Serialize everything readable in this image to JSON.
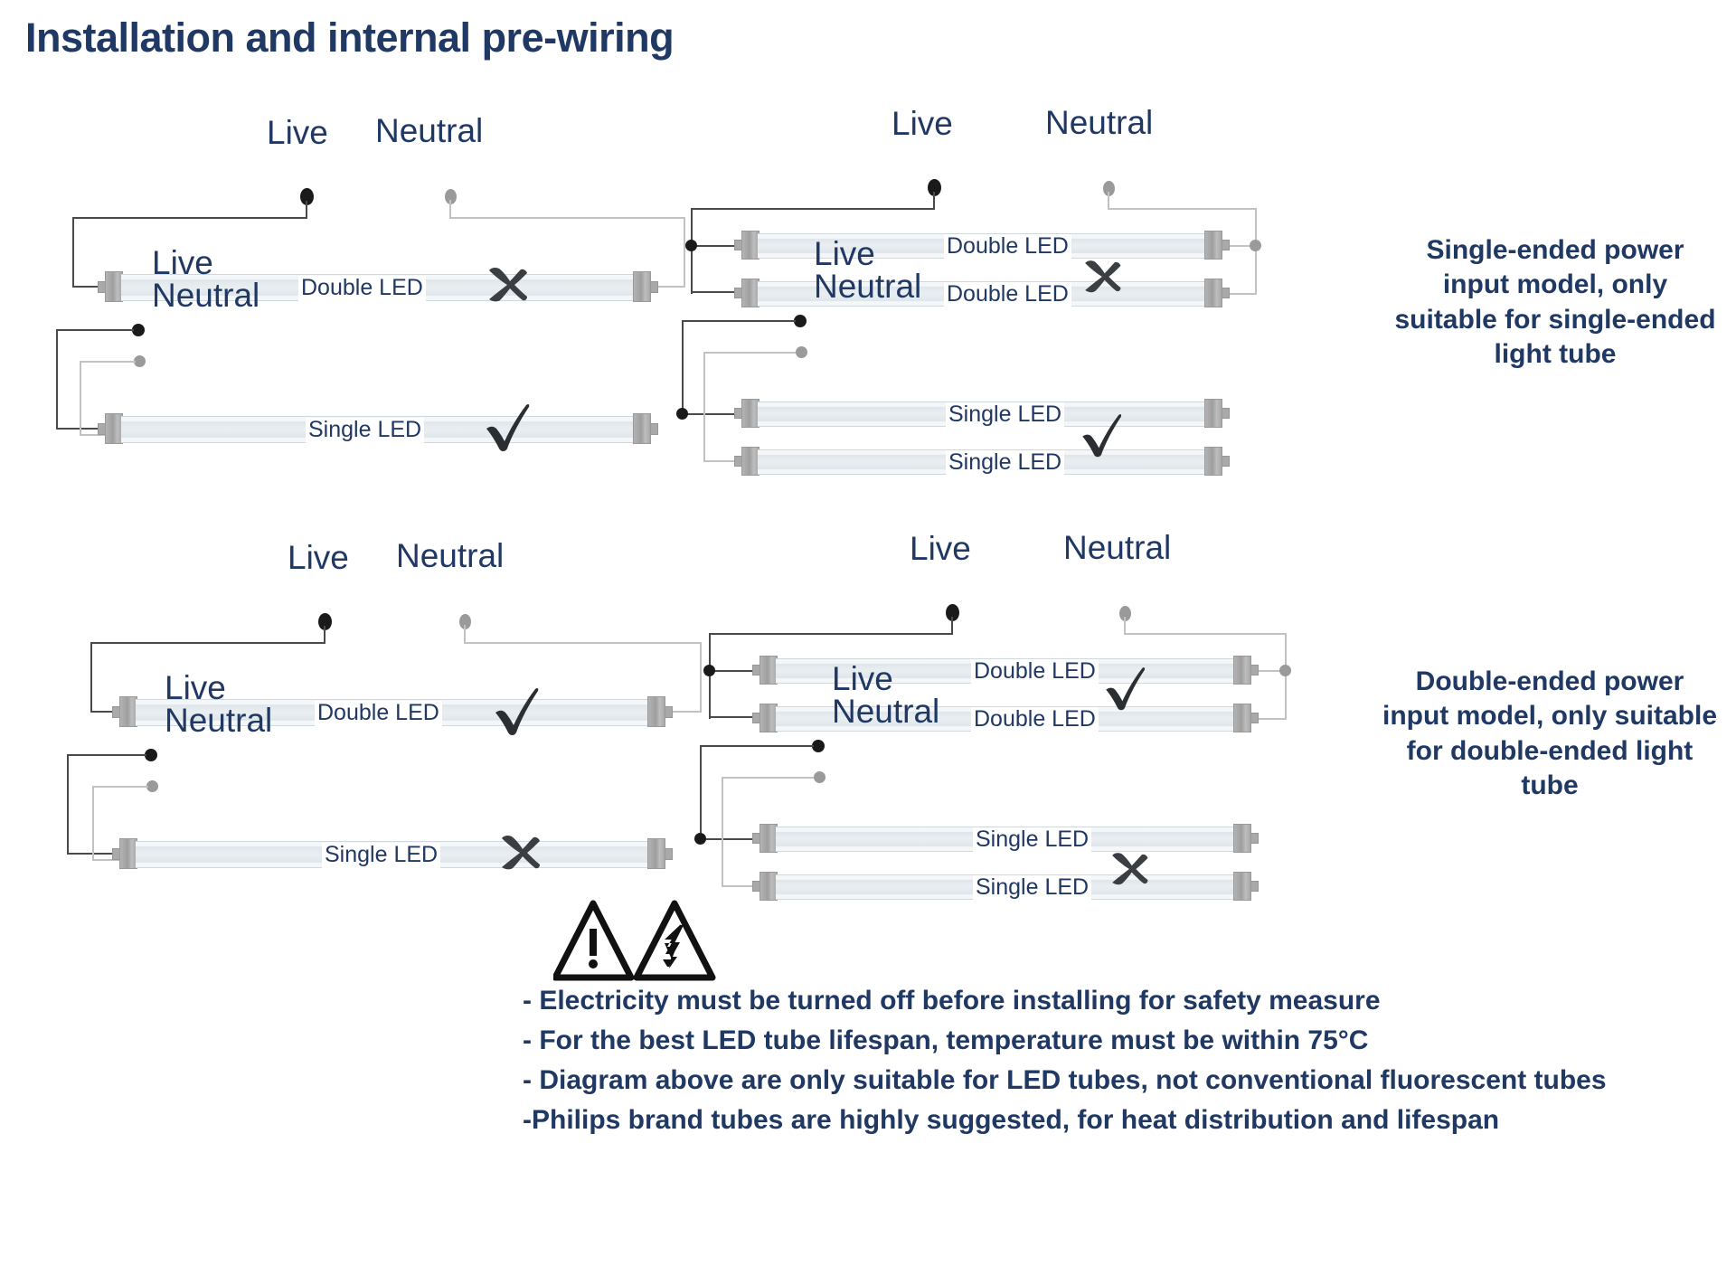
{
  "title": "Installation and internal pre-wiring",
  "labels": {
    "live": "Live",
    "neutral": "Neutral",
    "double_led": "Double LED",
    "single_led": "Single LED"
  },
  "marks": {
    "correct": "check-mark",
    "incorrect": "cross-mark"
  },
  "diagrams": [
    {
      "id": "top-left",
      "style": "single-tube",
      "top_terminals": {
        "live": "Live",
        "neutral": "Neutral"
      },
      "bottom_terminals": {
        "live": "Live",
        "neutral": "Neutral"
      },
      "tubes": [
        {
          "label": "Double LED",
          "verdict": "incorrect"
        },
        {
          "label": "Single LED",
          "verdict": "correct"
        }
      ]
    },
    {
      "id": "top-right",
      "style": "stacked-pair",
      "top_terminals": {
        "live": "Live",
        "neutral": "Neutral"
      },
      "bottom_terminals": {
        "live": "Live",
        "neutral": "Neutral"
      },
      "tubes": [
        {
          "label": "Double LED",
          "verdict": "incorrect"
        },
        {
          "label": "Double LED",
          "verdict": "incorrect"
        },
        {
          "label": "Single LED",
          "verdict": "correct"
        },
        {
          "label": "Single LED",
          "verdict": "correct"
        }
      ]
    },
    {
      "id": "bottom-left",
      "style": "single-tube",
      "top_terminals": {
        "live": "Live",
        "neutral": "Neutral"
      },
      "bottom_terminals": {
        "live": "Live",
        "neutral": "Neutral"
      },
      "tubes": [
        {
          "label": "Double LED",
          "verdict": "correct"
        },
        {
          "label": "Single LED",
          "verdict": "incorrect"
        }
      ]
    },
    {
      "id": "bottom-right",
      "style": "stacked-pair",
      "top_terminals": {
        "live": "Live",
        "neutral": "Neutral"
      },
      "bottom_terminals": {
        "live": "Live",
        "neutral": "Neutral"
      },
      "tubes": [
        {
          "label": "Double LED",
          "verdict": "correct"
        },
        {
          "label": "Double LED",
          "verdict": "correct"
        },
        {
          "label": "Single LED",
          "verdict": "incorrect"
        },
        {
          "label": "Single LED",
          "verdict": "incorrect"
        }
      ]
    }
  ],
  "captions": {
    "top": "Single-ended power input model, only suitable for single-ended light tube",
    "bottom": "Double-ended power input model, only suitable for double-ended light tube"
  },
  "warning_icons": [
    "warning-triangle-icon",
    "electric-shock-icon"
  ],
  "notes": [
    "- Electricity must be turned off before installing for safety measure",
    "- For the best LED tube lifespan, temperature must be within 75°C",
    "- Diagram above are only suitable for LED tubes, not conventional fluorescent tubes",
    "-Philips brand tubes are highly suggested, for heat distribution and lifespan"
  ],
  "colors": {
    "navy": "#1F3864",
    "live_wire": "#4a4a4a",
    "neutral_wire": "#c2c2c2",
    "tube_body": "#e9eef1",
    "cap": "#a9a9a9"
  }
}
